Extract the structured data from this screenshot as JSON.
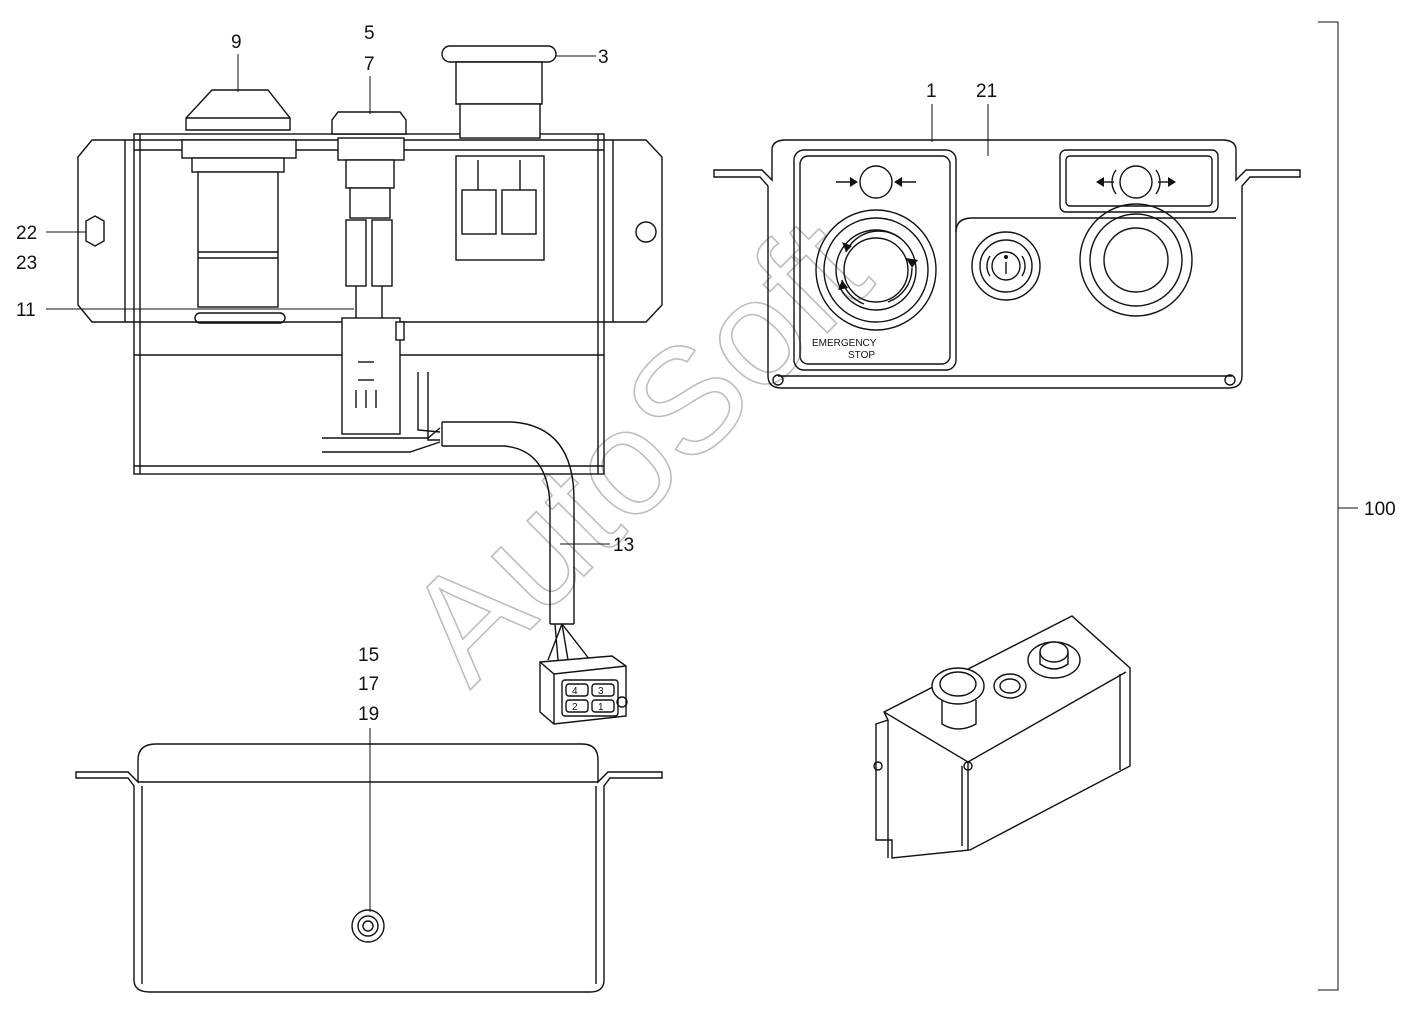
{
  "watermark": "AutoSoft",
  "panel": {
    "emergency_label_line1": "EMERGENCY",
    "emergency_label_line2": "STOP"
  },
  "callouts": {
    "c9": "9",
    "c5": "5",
    "c7": "7",
    "c3": "3",
    "c22": "22",
    "c23": "23",
    "c11": "11",
    "c13": "13",
    "c15": "15",
    "c17": "17",
    "c19": "19",
    "c1": "1",
    "c21": "21",
    "c100": "100"
  },
  "connector_pins": [
    "4",
    "3",
    "2",
    "1"
  ]
}
